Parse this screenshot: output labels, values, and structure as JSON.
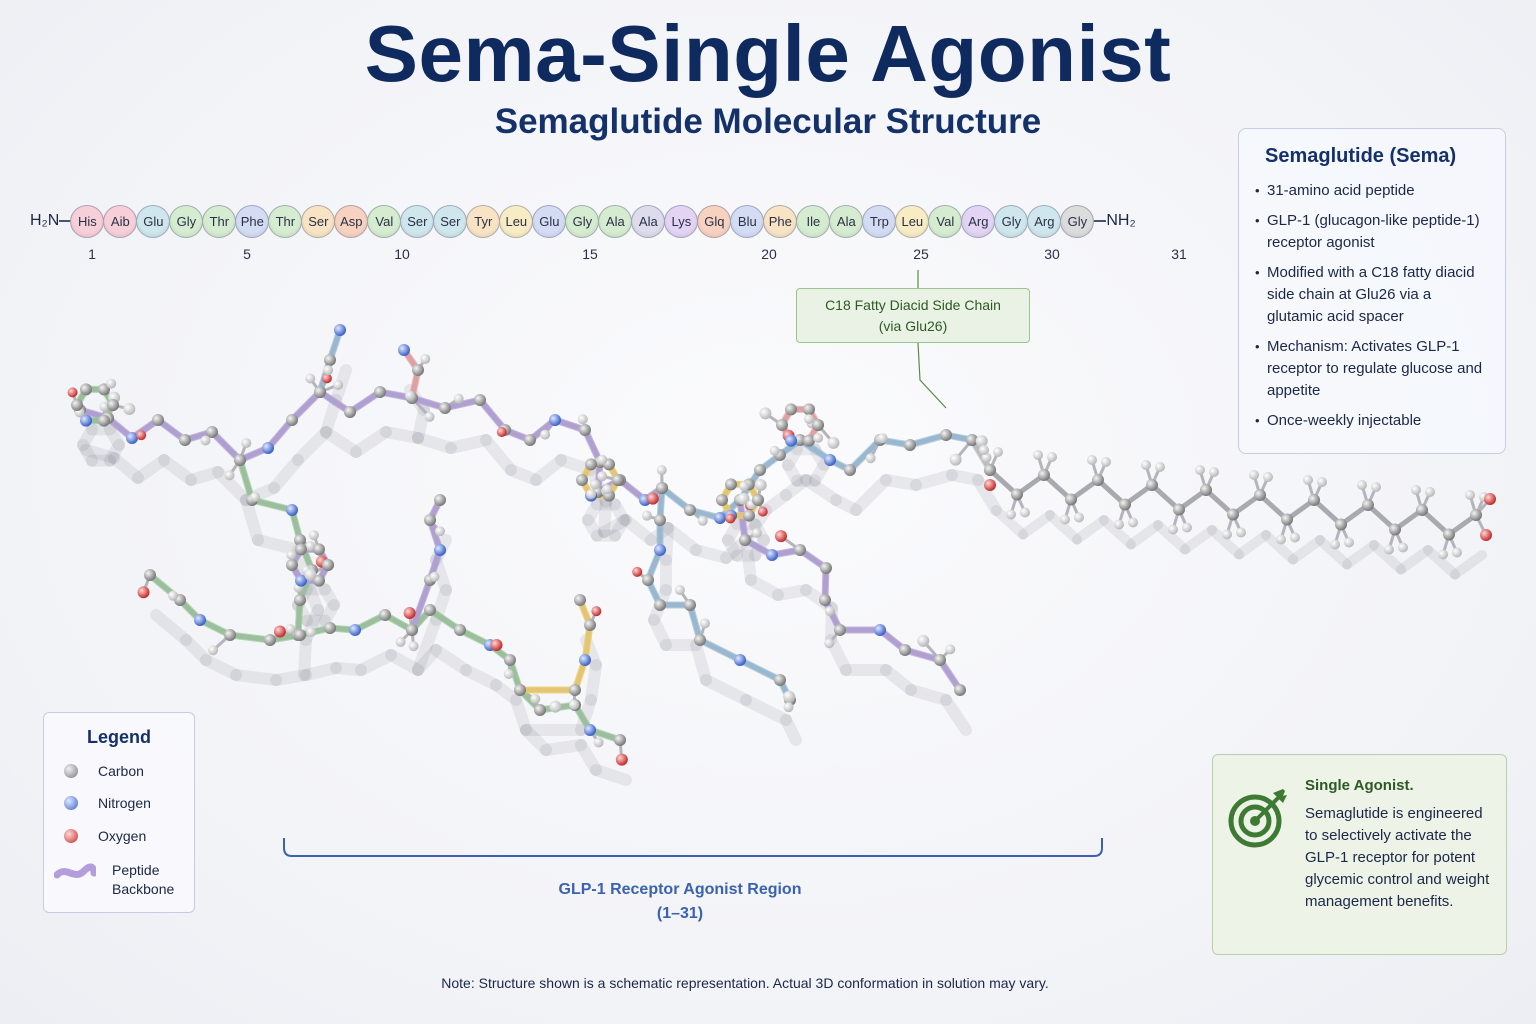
{
  "title": "Sema-Single Agonist",
  "subtitle": "Semaglutide Molecular Structure",
  "sequence": {
    "n_terminus": "H₂N",
    "c_terminus": "NH₂",
    "residues": [
      "His",
      "Aib",
      "Glu",
      "Gly",
      "Thr",
      "Phe",
      "Thr",
      "Ser",
      "Asp",
      "Val",
      "Ser",
      "Ser",
      "Tyr",
      "Leu",
      "Glu",
      "Gly",
      "Ala",
      "Ala",
      "Lys",
      "Glq",
      "Blu",
      "Phe",
      "Ile",
      "Ala",
      "Trp",
      "Leu",
      "Val",
      "Arg",
      "Gly",
      "Arg",
      "Gly"
    ],
    "residue_colors": [
      "#f6cfd8",
      "#f6cfd8",
      "#cfe6ec",
      "#d6ecd0",
      "#d6ecd0",
      "#d4dcf4",
      "#d6ecd0",
      "#f8e4c4",
      "#f8d2c0",
      "#d6ecd0",
      "#cfe6ec",
      "#cfe6ec",
      "#f8e4c4",
      "#f8ecc4",
      "#d4dcf4",
      "#d6ecd0",
      "#d6ecd0",
      "#dcdcec",
      "#e2d4f2",
      "#f8d2c0",
      "#d4dcf4",
      "#f8e4c4",
      "#d6ecd0",
      "#d6ecd0",
      "#d4dcf4",
      "#f8ecc4",
      "#d6ecd0",
      "#e2d4f2",
      "#cfe6ec",
      "#cfe6ec",
      "#dcdcdc"
    ],
    "positions": [
      "1",
      "5",
      "10",
      "15",
      "20",
      "25",
      "30",
      "31"
    ]
  },
  "callout": {
    "line1": "C18 Fatty Diacid Side Chain",
    "line2": "(via Glu26)"
  },
  "info": {
    "title": "Semaglutide (Sema)",
    "bullets": [
      "31-amino acid peptide",
      "GLP-1 (glucagon-like peptide-1) receptor agonist",
      "Modified with a C18 fatty diacid side chain at Glu26 via a glutamic acid spacer",
      "Mechanism: Activates GLP-1 receptor to regulate glucose and appetite",
      "Once-weekly injectable"
    ]
  },
  "legend": {
    "title": "Legend",
    "items": [
      {
        "label": "Carbon",
        "color": "#8c8c8c"
      },
      {
        "label": "Nitrogen",
        "color": "#5b7fd6"
      },
      {
        "label": "Oxygen",
        "color": "#d94a4a"
      },
      {
        "label": "Peptide Backbone",
        "color": "#b39ddb"
      }
    ]
  },
  "region": {
    "line1": "GLP-1 Receptor Agonist Region",
    "line2": "(1–31)"
  },
  "single_agonist": {
    "title": "Single Agonist.",
    "text": "Semaglutide is engineered to selectively activate the GLP-1 receptor for potent glycemic control and weight management benefits."
  },
  "note": "Note: Structure shown is a schematic representation. Actual 3D conformation in solution may vary."
}
